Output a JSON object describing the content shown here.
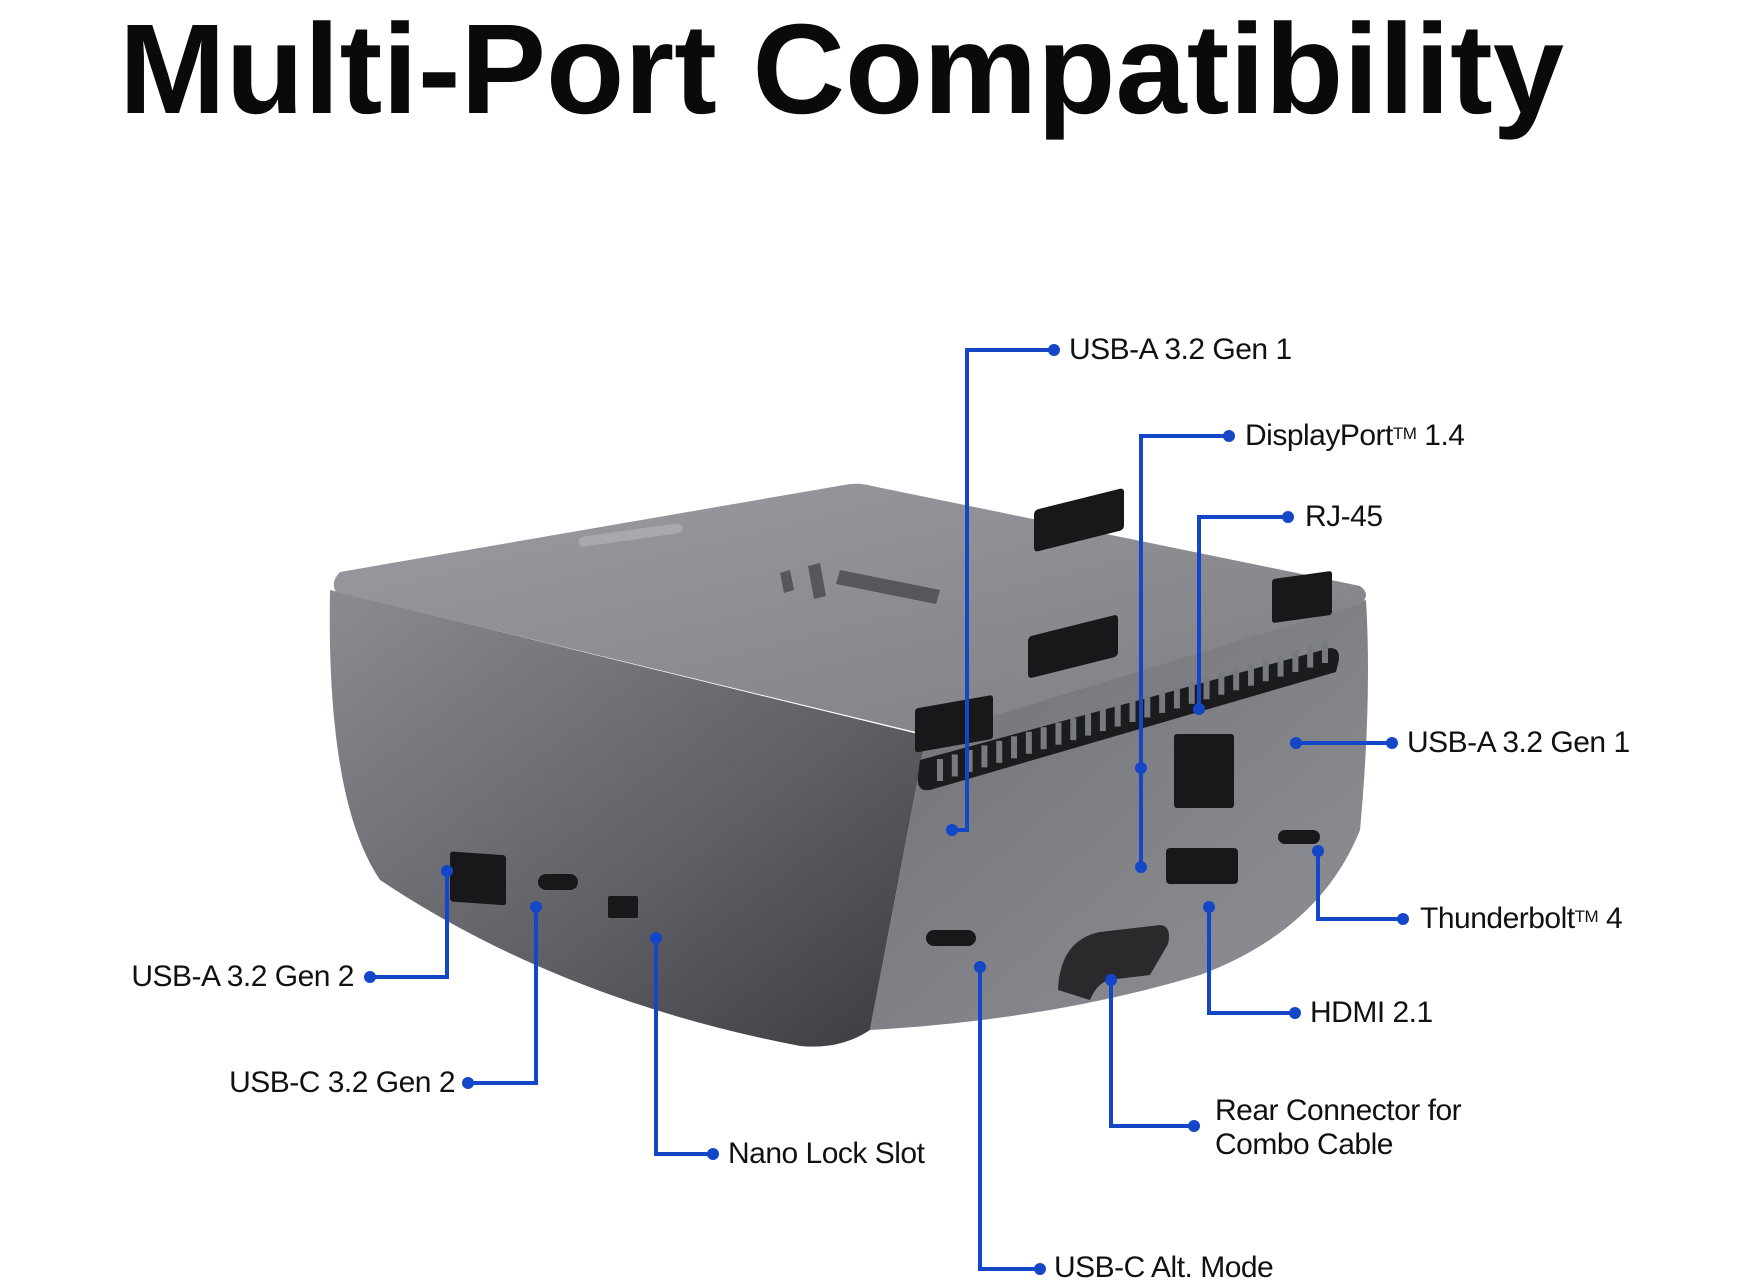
{
  "title": "Multi-Port Compatibility",
  "accent_color": "#1447c8",
  "device_color": "#6b6d72",
  "callouts": {
    "usb_a_gen1_top": {
      "label": "USB-A 3.2 Gen 1"
    },
    "displayport": {
      "label": "DisplayPort",
      "tm": "TM",
      "suffix": " 1.4"
    },
    "rj45": {
      "label": "RJ-45"
    },
    "usb_a_gen1_right": {
      "label": "USB-A 3.2 Gen 1"
    },
    "thunderbolt": {
      "label": "Thunderbolt",
      "tm": "TM",
      "suffix": " 4"
    },
    "hdmi": {
      "label": "HDMI 2.1"
    },
    "rear_connector": {
      "line1": "Rear Connector for",
      "line2": "Combo Cable"
    },
    "usb_c_alt": {
      "label": "USB-C Alt. Mode"
    },
    "nano_lock": {
      "label": "Nano Lock Slot"
    },
    "usb_c_gen2": {
      "label": "USB-C 3.2 Gen 2"
    },
    "usb_a_gen2": {
      "label": "USB-A 3.2 Gen 2"
    }
  }
}
